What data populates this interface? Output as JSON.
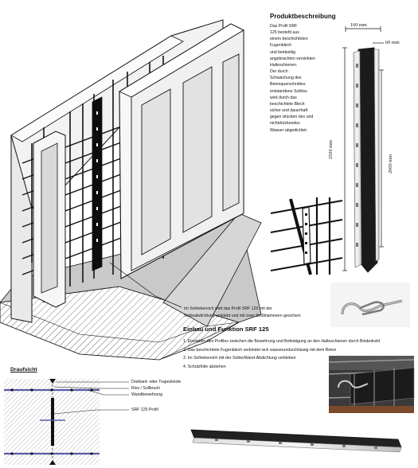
{
  "produktbeschreibung": {
    "title": "Produktbeschreibung",
    "lines": [
      "Das Profil SRF",
      "125 besteht aus",
      "einem beschichteten",
      "Fugenblech",
      "und beidseitig",
      "angebrachten verzinkten",
      "Halteschienen.",
      "Der durch",
      "Schwächung des",
      "Betonquerschnittes",
      "entstandene Sollriss",
      "wird durch das",
      "beschichtete Blech",
      "sicher und dauerhaft",
      "gegen drücken des und",
      "nichtdrückendes",
      "Wasser abgedichtet."
    ]
  },
  "dimensions": {
    "width_top": "160 mm",
    "width_flange": "60 mm",
    "height_total": "2500 mm",
    "height_inner": "2000 mm"
  },
  "sohle_note": [
    "Im Sohlebereich wird das Profil SRF 125 mit der",
    "Sohleabdichtung verklebt und mit zwei Stoßklammern gesichert."
  ],
  "einbau": {
    "title": "Einbau und Funktion SRF 125",
    "steps": [
      "1. Einstellen des Profiles zwischen die Bewehrung und Befestigung an den Halteschienen durch Bindedraht",
      "2. Das beschichtete Fugenblech verbindet sich wasserundurchlässig mit dem Beton",
      "3. Im Sohlebereich mit der Sohle/Wand-Abdichtung verkleben",
      "4. Schutzfolie abziehen"
    ]
  },
  "draufsicht": {
    "title": "Draufsicht",
    "legend": [
      "Dreikant- oder Trapezleiste",
      "Riss / Sollbruch",
      "Wandbewehrung",
      "SRF 125 Profil"
    ]
  },
  "colors": {
    "line": "#111111",
    "hatch": "#9a9a9a",
    "slab_gray": "#c8c8c8",
    "panel_gray": "#e4e4e4",
    "rebar_blue": "#5b5ba8",
    "photo_dark": "#3a3a3a"
  }
}
